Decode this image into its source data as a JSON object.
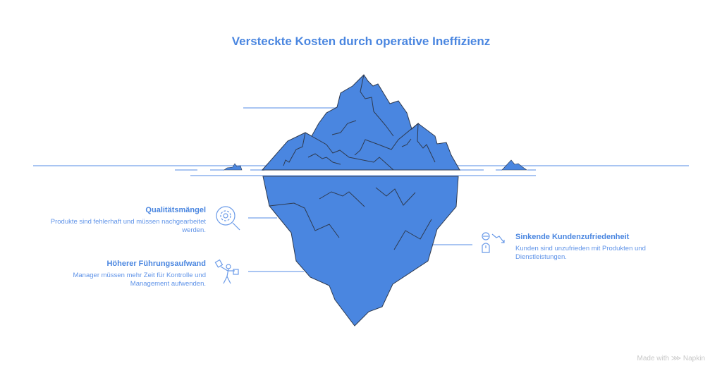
{
  "title": "Versteckte Kosten durch operative Ineffizienz",
  "items": [
    {
      "heading": "Qualitätsmängel",
      "description": "Produkte sind fehlerhaft und müssen nachgearbeitet werden.",
      "icon": "gear-magnifier-icon"
    },
    {
      "heading": "Höherer Führungsaufwand",
      "description": "Manager müssen mehr Zeit für Kontrolle und Management aufwenden.",
      "icon": "juggling-manager-icon"
    },
    {
      "heading": "Sinkende Kundenzufriedenheit",
      "description": "Kunden sind unzufrieden mit Produkten und Dienstleistungen.",
      "icon": "unhappy-customer-icon"
    }
  ],
  "watermark": "Made with ⋙ Napkin",
  "colors": {
    "iceberg": "#4a86e0",
    "line": "#a9c5f2",
    "outline": "#2e3a4f"
  }
}
